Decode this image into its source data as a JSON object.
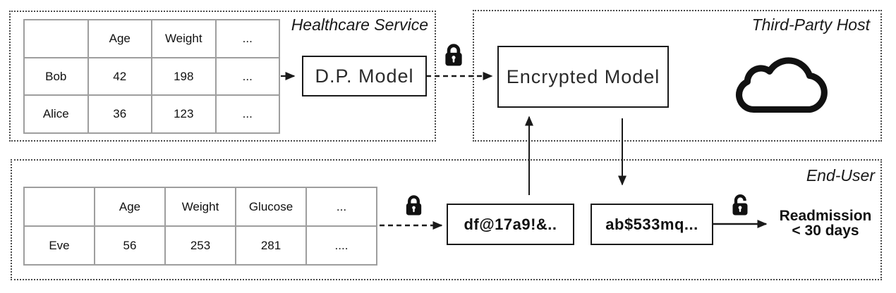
{
  "colors": {
    "line": "#1a1a1a",
    "table_border": "#9e9e9e",
    "region_border": "#4a4a4a"
  },
  "regions": {
    "healthcare": {
      "title": "Healthcare Service"
    },
    "third_party": {
      "title": "Third-Party Host"
    },
    "end_user": {
      "title": "End-User"
    }
  },
  "healthcare_table": {
    "headers": [
      "",
      "Age",
      "Weight",
      "..."
    ],
    "rows": [
      [
        "Bob",
        "42",
        "198",
        "..."
      ],
      [
        "Alice",
        "36",
        "123",
        "..."
      ]
    ]
  },
  "end_user_table": {
    "headers": [
      "",
      "Age",
      "Weight",
      "Glucose",
      "..."
    ],
    "rows": [
      [
        "Eve",
        "56",
        "253",
        "281",
        "...."
      ]
    ]
  },
  "nodes": {
    "dp_model": "D.P. Model",
    "encrypted_model": "Encrypted Model",
    "encrypted_query": "df@17a9!&..",
    "encrypted_result": "ab$533mq..."
  },
  "result": {
    "line1": "Readmission",
    "line2": "< 30 days"
  },
  "icons": {
    "model_encryption_lock": "lock-closed-icon",
    "query_encryption_lock": "lock-closed-icon",
    "result_decryption_lock": "lock-open-icon",
    "third_party_host": "cloud-icon"
  }
}
